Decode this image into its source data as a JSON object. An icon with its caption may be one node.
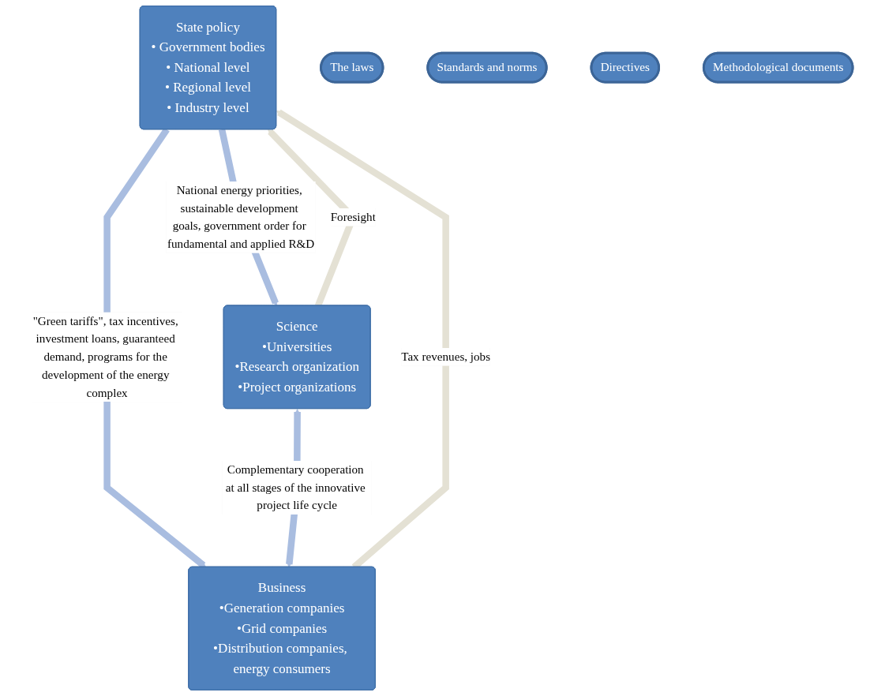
{
  "diagram": {
    "nodes": [
      {
        "text": [
          "State policy",
          "• Government bodies",
          "• National level",
          "• Regional level",
          "• Industry level"
        ]
      },
      {
        "text": [
          "The laws"
        ]
      },
      {
        "text": [
          "Standards and norms"
        ]
      },
      {
        "text": [
          "Directives"
        ]
      },
      {
        "text": [
          "Methodological documents"
        ]
      },
      {
        "text": [
          "Science",
          "•Universities",
          "•Research organization",
          "•Project organizations"
        ]
      },
      {
        "text": [
          "Business",
          "•Generation companies",
          "•Grid companies",
          "•Distribution companies, energy consumers"
        ]
      }
    ],
    "edges": [
      {
        "from": 0,
        "to": 5,
        "arrow": "to",
        "label": "National energy priorities, sustainable development goals, government order for fundamental and applied R&D"
      },
      {
        "from": 5,
        "to": 0,
        "arrow": "to",
        "label": "Foresight",
        "color": "#e4e1d4"
      },
      {
        "from": 0,
        "to": 6,
        "arrow": "to",
        "label": "\"Green tariffs\", tax incentives, investment loans, guaranteed demand, programs for the development of the energy complex"
      },
      {
        "from": 6,
        "to": 0,
        "arrow": "to",
        "label": "Tax revenues, jobs",
        "color": "#e4e1d4"
      },
      {
        "from": 5,
        "to": 6,
        "arrow": "both",
        "label": "Complementary cooperation at all stages of the innovative project life cycle"
      }
    ]
  }
}
